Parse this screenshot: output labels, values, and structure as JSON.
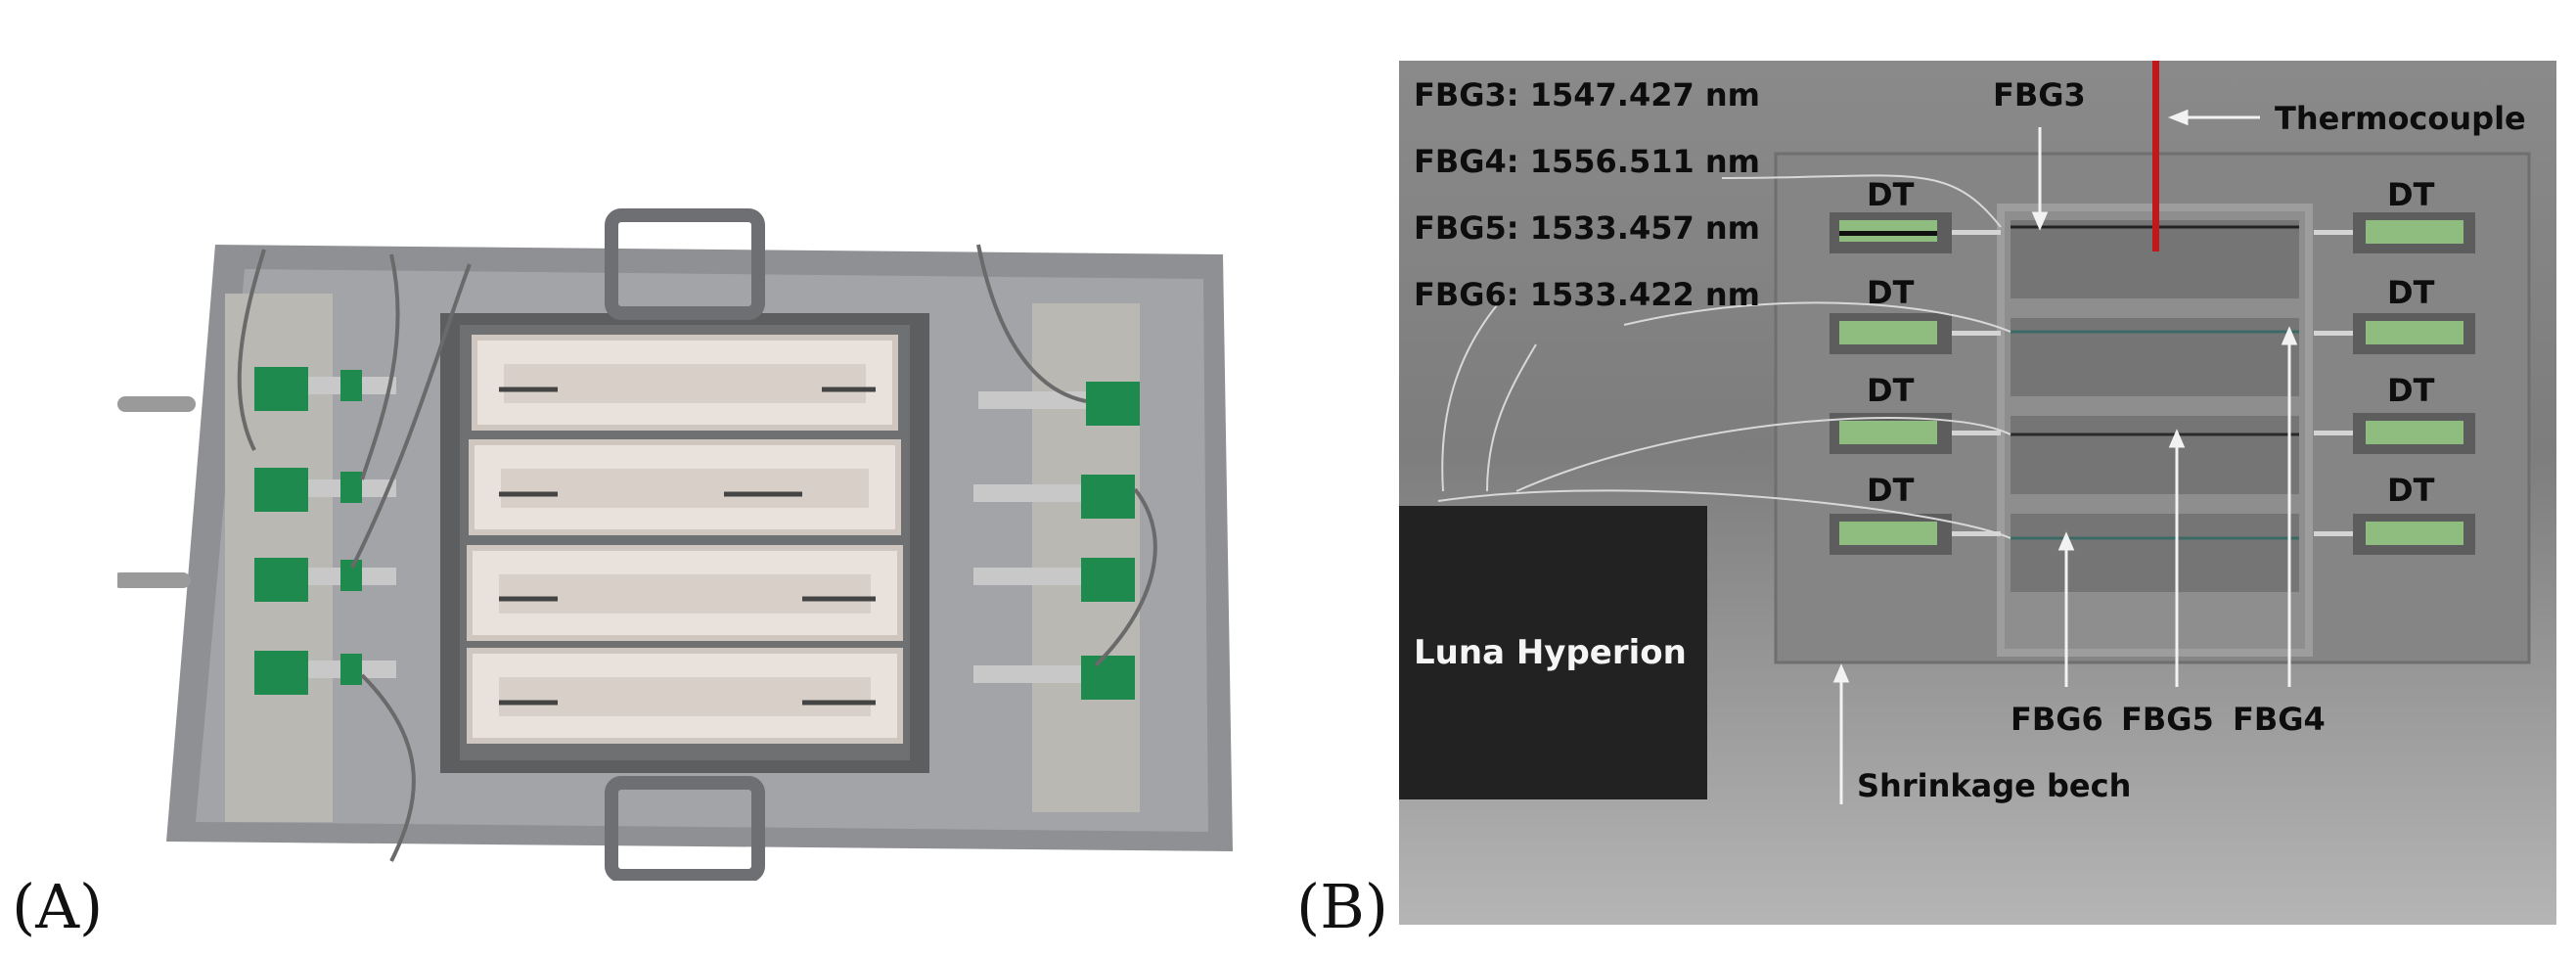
{
  "panels": {
    "a_label": "(A)",
    "b_label": "(B)"
  },
  "diagram": {
    "wavelengths": [
      "FBG3: 1547.427 nm",
      "FBG4: 1556.511 nm",
      "FBG5: 1533.457 nm",
      "FBG6: 1533.422 nm"
    ],
    "fbg3_label": "FBG3",
    "thermocouple_label": "Thermocouple",
    "dt_label": "DT",
    "luna_label": "Luna Hyperion",
    "bench_label": "Shrinkage bech",
    "bottom_fbg_labels": [
      "FBG6",
      "FBG5",
      "FBG4"
    ]
  },
  "colors": {
    "sensor_green": "#8fbd7f",
    "thermocouple_red": "#c0191c",
    "photo_plate": "#8e9094",
    "photo_sensor_green": "#1e8a4d"
  }
}
